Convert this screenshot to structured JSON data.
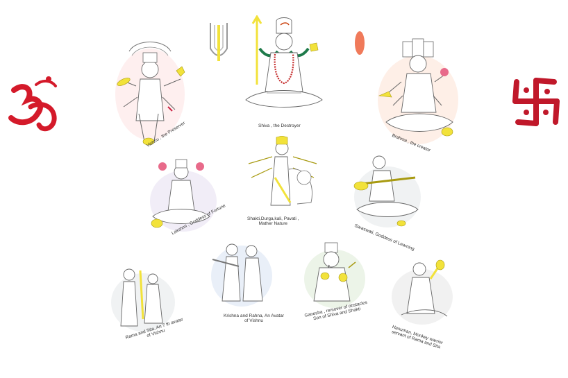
{
  "captions": {
    "vishnu": "Vishnu , the Preserver",
    "shiva": "Shiva , the Destroyer",
    "brahma": "Brahma , the creator",
    "lakshmi": "Lakshmi , Goddess of Fortune",
    "shakti_line1": "Shakti,Durga,kali, Pavati ,",
    "shakti_line2": "Mather Nature",
    "saraswati": "Saraswati, Goddess of Learning",
    "rama_line1": "Rama and Sita, An  7 th avatar",
    "rama_line2": "of Vishnu",
    "krishna_line1": "Krishna and Rahna, An Avatar",
    "krishna_line2": "of Vishnu",
    "ganesha_line1": "Ganesha , remover of obstacles",
    "ganesha_line2": "Son of Shiva and Shakti",
    "hanuman_line1": "Hanuman, Monkey warrior",
    "hanuman_line2": "servant of Rama and Sita"
  },
  "colors": {
    "symbol_red": "#d41a2a",
    "tilak_orange": "#f07a5a",
    "accent_yellow": "#f2e23a",
    "serpent_green": "#1e7a4a"
  },
  "icons": [
    "om-symbol-icon",
    "swastika-symbol-icon",
    "tilak-icon",
    "bindi-icon"
  ]
}
